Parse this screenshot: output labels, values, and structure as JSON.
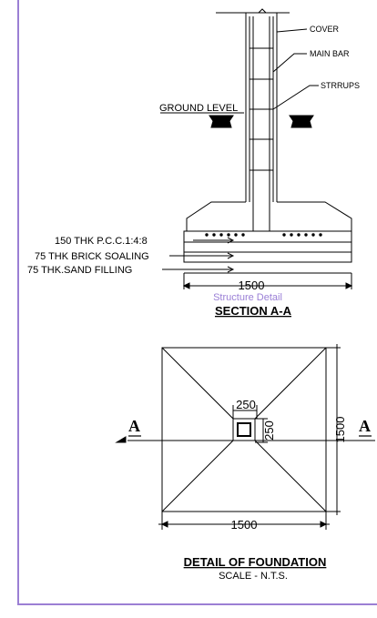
{
  "section": {
    "labels": {
      "cover": "COVER",
      "main_bar": "MAIN BAR",
      "stirrups": "STRRUPS",
      "ground_level": "GROUND LEVEL",
      "pcc": "150 THK P.C.C.1:4:8",
      "brick": "75 THK BRICK SOALING",
      "sand": "75 THK.SAND FILLING"
    },
    "dimension": "1500",
    "watermark": "Structure Detail",
    "title": "SECTION A-A"
  },
  "plan": {
    "column_width": "250",
    "column_depth": "250",
    "side_dimension": "1500",
    "bottom_dimension": "1500",
    "section_marker": "A",
    "title": "DETAIL OF FOUNDATION",
    "scale": "SCALE - N.T.S."
  },
  "colors": {
    "border": "#9b7fd4",
    "watermark": "#9a7fd6",
    "ink": "#000000"
  }
}
